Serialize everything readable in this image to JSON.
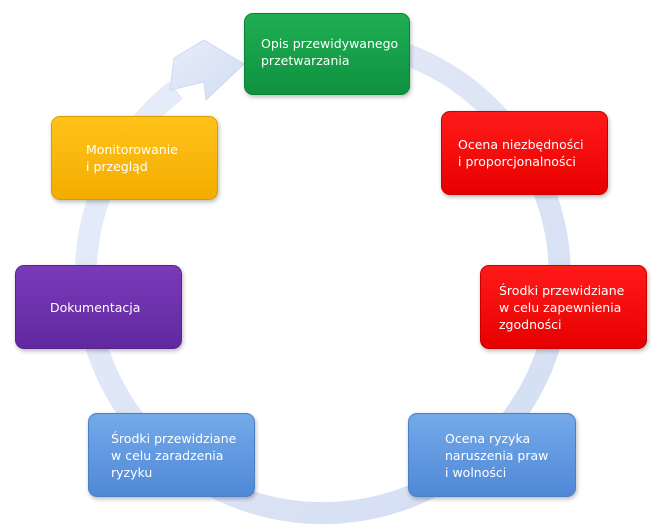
{
  "diagram": {
    "steps": [
      {
        "label": "Opis przewidywanego\nprzetwarzania",
        "color": "#13a049"
      },
      {
        "label": "Ocena niezbędności\ni proporcjonalności",
        "color": "#ff0000"
      },
      {
        "label": "Środki przewidziane\nw celu zapewnienia\nzgodności",
        "color": "#ff0000"
      },
      {
        "label": "Ocena ryzyka\nnaruszenia praw\ni wolności",
        "color": "#5f97df"
      },
      {
        "label": "Środki przewidziane\nw celu zaradzenia\nryzyku",
        "color": "#5f97df"
      },
      {
        "label": "Dokumentacja",
        "color": "#6c2fa9"
      },
      {
        "label": "Monitorowanie\ni przegląd",
        "color": "#ffba00"
      }
    ],
    "cycle_arrow_color": "#dde5f7"
  }
}
